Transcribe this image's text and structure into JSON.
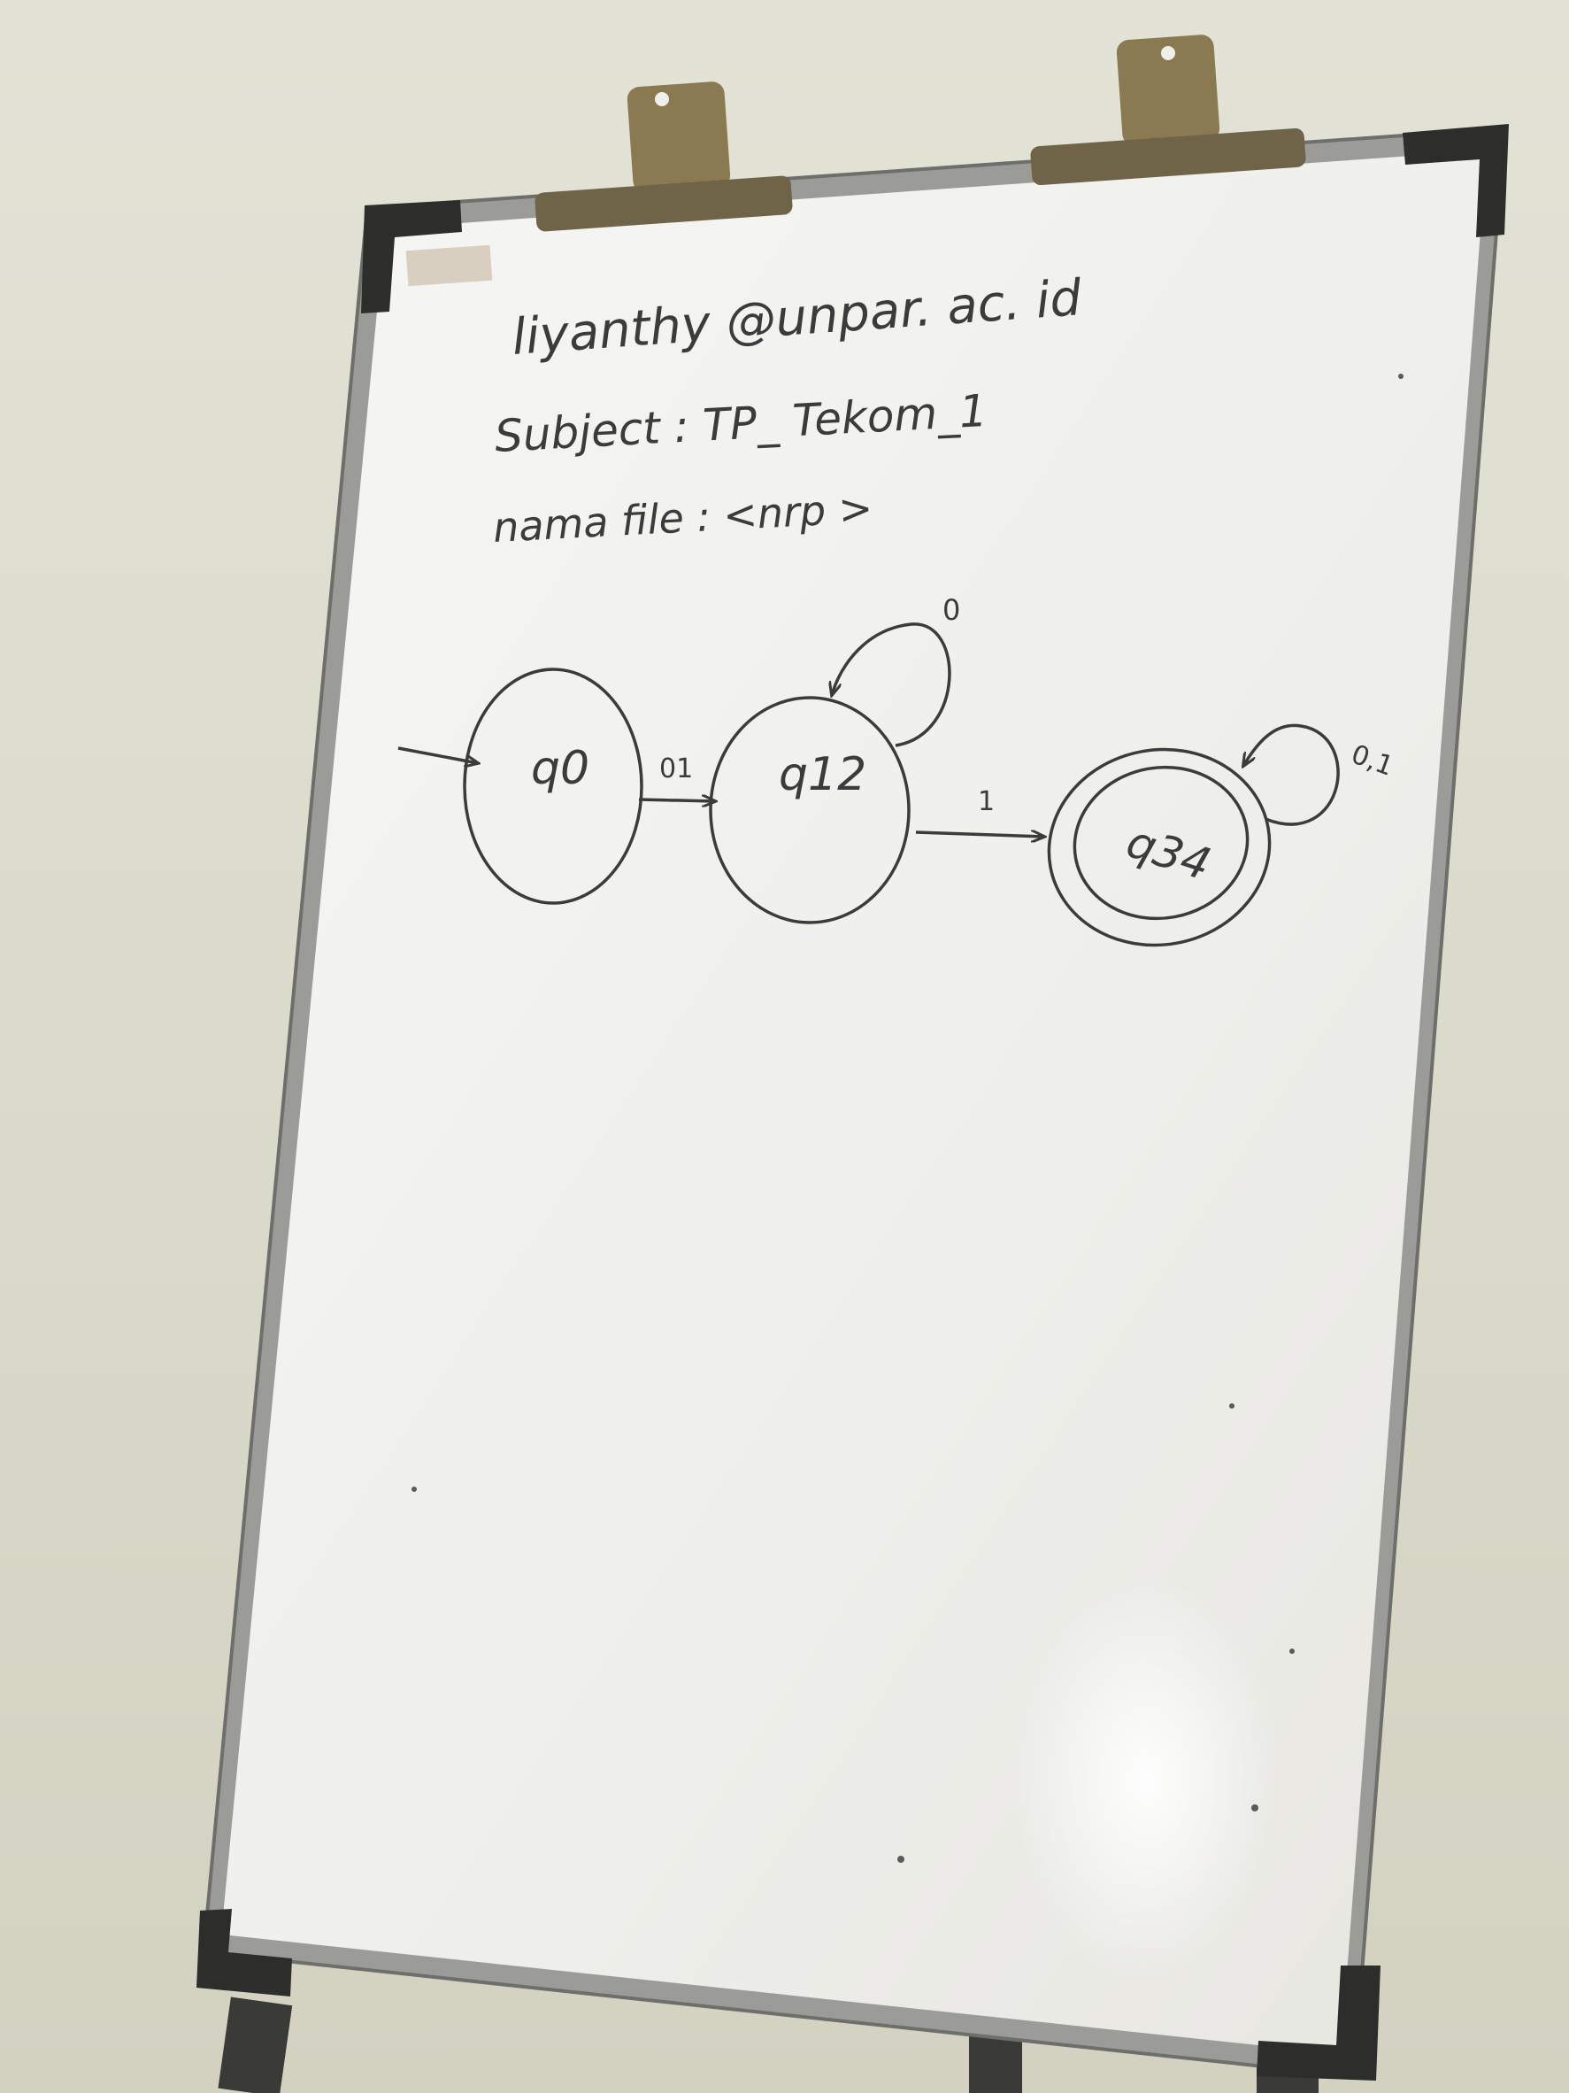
{
  "whiteboard": {
    "lines": [
      "liyanthy @unpar. ac. id",
      "Subject : TP_ Tekom_1",
      "nama file : <nrp >"
    ]
  },
  "diagram": {
    "states": [
      {
        "label": "q0",
        "kind": "start"
      },
      {
        "label": "q12",
        "kind": "normal"
      },
      {
        "label": "q34",
        "kind": "accepting"
      }
    ],
    "transitions": [
      {
        "from": "q0",
        "to": "q12",
        "label": "01"
      },
      {
        "from": "q12",
        "to": "q12",
        "label": "0"
      },
      {
        "from": "q12",
        "to": "q34",
        "label": "1"
      },
      {
        "from": "q34",
        "to": "q34",
        "label": "0,1"
      }
    ]
  },
  "colors": {
    "wall": "#dcddcf",
    "board": "#f4f4f2",
    "frame": "#8f8f8c",
    "ink": "#3b3b3b",
    "clip": "#8a7a52"
  }
}
